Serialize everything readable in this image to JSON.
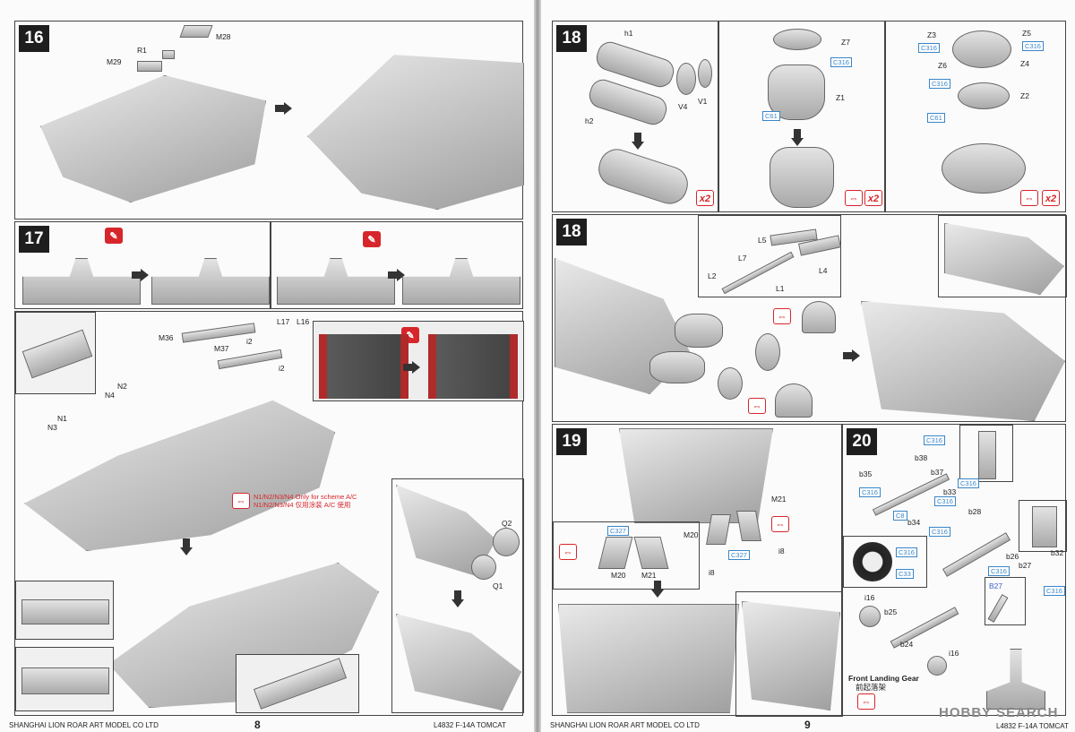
{
  "left_page": {
    "footer_company": "SHANGHAI LION ROAR ART MODEL CO LTD",
    "page_number": "8",
    "footer_kit": "L4832  F-14A  TOMCAT",
    "step16": {
      "number": "16",
      "labels": [
        "M28",
        "R1",
        "M29"
      ]
    },
    "step17": {
      "number": "17",
      "labels": [
        "M36",
        "L17",
        "L16",
        "M37",
        "i2",
        "i2",
        "N2",
        "N4",
        "N1",
        "N3",
        "Q2",
        "Q1"
      ],
      "note_line1": "N1/N2/N3/N4 Only for scheme A/C",
      "note_line2": "N1/N2/N3/N4 仅用涂装 A/C 使用"
    }
  },
  "right_page": {
    "footer_company": "SHANGHAI LION ROAR ART MODEL CO LTD",
    "page_number": "9",
    "footer_kit": "L4832  F-14A  TOMCAT",
    "step18a": {
      "number": "18",
      "labels_a": [
        "h1",
        "h2",
        "V4",
        "V1"
      ],
      "labels_b": [
        "Z7",
        "Z1"
      ],
      "paints_b": [
        "C316",
        "C61"
      ],
      "labels_c": [
        "Z3",
        "Z5",
        "Z6",
        "Z4",
        "Z2"
      ],
      "paints_c": [
        "C316",
        "C316",
        "C316",
        "C61"
      ],
      "qty": "x2"
    },
    "step18b": {
      "number": "18",
      "labels": [
        "L5",
        "L7",
        "L2",
        "L1",
        "L4"
      ]
    },
    "step19": {
      "number": "19",
      "labels": [
        "M21",
        "M20",
        "i8",
        "i8",
        "M20",
        "M21"
      ],
      "paints": [
        "C327",
        "C327"
      ]
    },
    "step20": {
      "number": "20",
      "labels": [
        "b38",
        "b35",
        "b37",
        "b33",
        "b34",
        "b28",
        "b32",
        "b26",
        "b27",
        "B27",
        "i16",
        "b25",
        "b24",
        "i16"
      ],
      "paints": [
        "C316",
        "C316",
        "C316",
        "C316",
        "C8",
        "C316",
        "C316",
        "C33",
        "C316",
        "C316"
      ],
      "front_gear_en": "Front Landing Gear",
      "front_gear_cn": "前起落架"
    },
    "watermark": "HOBBY SEARCH"
  }
}
